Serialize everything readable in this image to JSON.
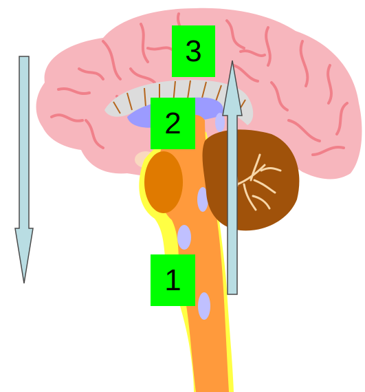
{
  "labels": {
    "label_1": "1",
    "label_2": "2",
    "label_3": "3"
  },
  "arrows": {
    "left": {
      "direction": "down"
    },
    "right": {
      "direction": "up"
    }
  },
  "colors": {
    "cortex": "#f7b6bd",
    "sulci": "#f0808a",
    "corpus_callosum": "#dcdcdc",
    "ventricle": "#9b9bff",
    "thalamus_fibers": "#b5651d",
    "brainstem": "#ff9a3c",
    "brainstem_outline": "#ffff44",
    "pons": "#e07a00",
    "cerebellum": "#a0520a",
    "cerebellum_veins": "#f7d6a8",
    "nuclei": "#c0c0ff",
    "arrow_fill": "#b9dde3",
    "label_bg": "#00ff00"
  }
}
